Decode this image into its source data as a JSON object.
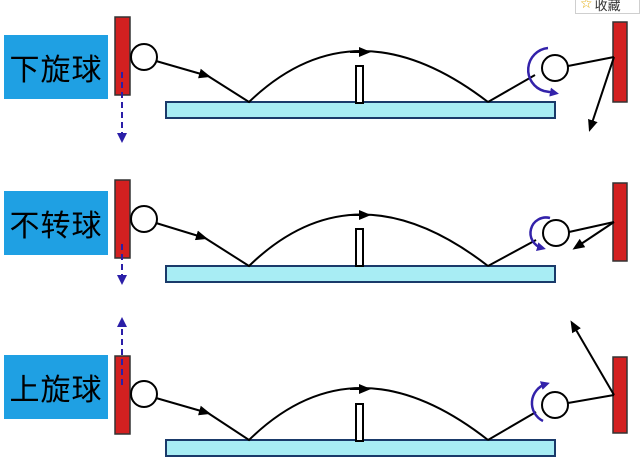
{
  "rows": [
    {
      "label": "下旋球",
      "spin": "backspin",
      "racket_motion": "down",
      "rebound": "down-left"
    },
    {
      "label": "不转球",
      "spin": "none",
      "racket_motion": "down",
      "rebound": "left"
    },
    {
      "label": "上旋球",
      "spin": "topspin",
      "racket_motion": "up",
      "rebound": "up-left"
    }
  ],
  "favorite": {
    "icon": "star-icon",
    "label": "收藏"
  },
  "colors": {
    "label_bg": "#1fa0e3",
    "racket": "#d32020",
    "table": "#a8edf4",
    "spin_arrow": "#3322aa",
    "motion_arrow": "#2b1fa8",
    "trajectory": "#000000"
  }
}
